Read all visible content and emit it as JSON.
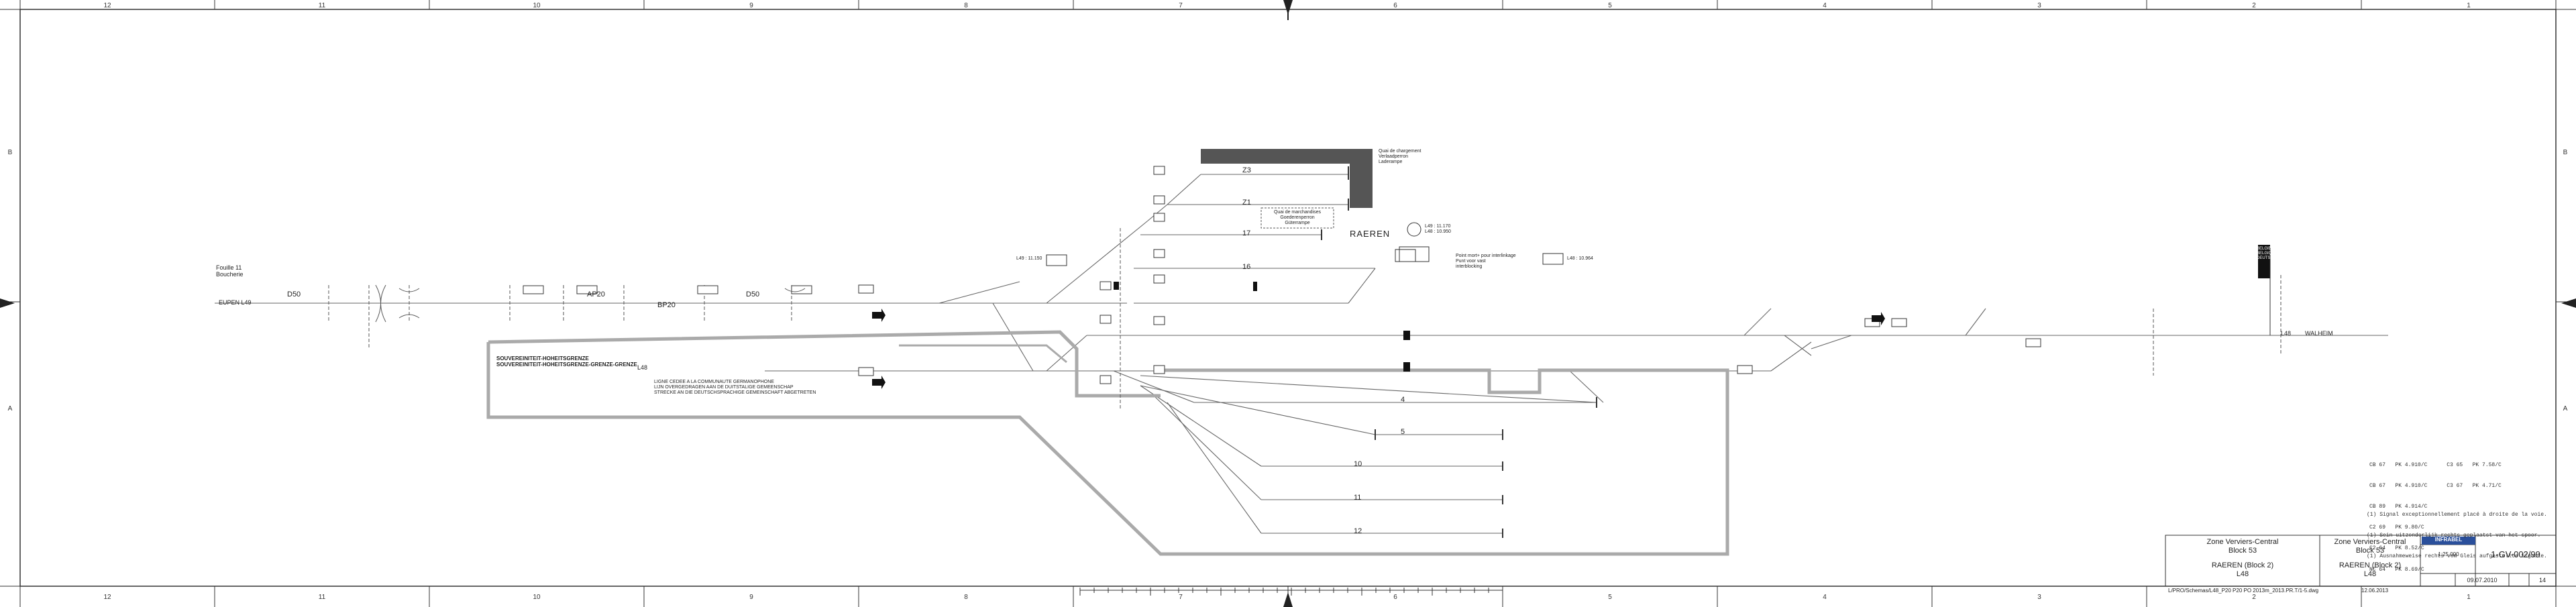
{
  "frame": {
    "columns": [
      "12",
      "11",
      "10",
      "9",
      "8",
      "7",
      "6",
      "5",
      "4",
      "3",
      "2",
      "1"
    ],
    "rows": [
      "B",
      "A"
    ]
  },
  "stations": {
    "main": "RAEREN",
    "left_line": "EUPEN L49",
    "right_line_label": "L48",
    "right_station": "WALHEIM",
    "dist_left": "D50",
    "dist_left2": "D50",
    "ap20": "AP20",
    "bp20": "BP20",
    "board_names": [
      "BELGIE",
      "BELGIQUE",
      "DEUTSCHLAND"
    ],
    "left_sign": [
      "Fouille 11",
      "Boucherie"
    ]
  },
  "tracks": {
    "labels": [
      "Z3",
      "Z1",
      "17",
      "16",
      "4",
      "5",
      "10",
      "11",
      "12"
    ],
    "side_labels": [
      "L48"
    ]
  },
  "annotations": {
    "quai": [
      "Quai de chargement",
      "Verlaadperron",
      "Laderampe"
    ],
    "gravel_box": [
      "Quai de marchandises",
      "Goederenperron",
      "Güterrampe"
    ],
    "switch_note": [
      "Point mort+ pour interlinkage",
      "Punt voor vast",
      "interblocking"
    ],
    "border_lines": [
      "SOUVEREINITEIT-HOHEITSGRENZE",
      "SOUVEREINITEIT-HOHEITSGRENZE-GRENZE-GRENZE"
    ],
    "community_note": [
      "LIGNE CEDEE A LA COMMUNAUTE GERMANOPHONE",
      "LIJN OVERGEDRAGEN AAN DE DUITSTALIGE GEMEENSCHAP",
      "STRECKE AN DIE DEUTSCHSPRACHIGE GEMEINSCHAFT ABGETRETEN"
    ],
    "km_left": "L49 : 11.150",
    "km_mid": "L48 : 10.964",
    "km_top_a": "L49 : 11.170",
    "km_top_b": "L48 : 10.950"
  },
  "legend": {
    "rows": [
      "CB 67   PK 4.910/C      C3 65   PK 7.58/C",
      "CB 67   PK 4.910/C      C3 67   PK 4.71/C",
      "CB 89   PK 4.914/C",
      "C2 69   PK 9.80/C",
      "C2 64   PK 8.52/C",
      "NC 64   PK 8.69/C"
    ],
    "footnotes": [
      "(1) Signal exceptionnellement placé à droite de la voie.",
      "(1) Sein uitzonderlijk rechts geplaatst van het spoor.",
      "(1) Ausnahmeweise rechts vom Gleis aufgestellte Signale."
    ]
  },
  "title_block": {
    "zone_left": "Zone Verviers-Central",
    "block_left": "Block 53",
    "station_left": "RAEREN (Block 2)",
    "line_left": "L48",
    "zone_right": "Zone Verviers-Central",
    "block_right": "Block 53",
    "station_right": "RAEREN (Block 2)",
    "line_right": "L48",
    "logo": "INFRABEL",
    "drawing_no": "1-GV-002/99",
    "date": "09.07.2010",
    "sheet": "14",
    "scale": "1:25.000",
    "filename": "L/PRO/Schemas/L48_P20 P20 PO 2013m_2013.PR.T/1-5.dwg",
    "print_date": "12.06.2013"
  },
  "colors": {
    "line": "#555555",
    "border_hatch": "#aaaaaa",
    "quai_fill": "#555555"
  }
}
